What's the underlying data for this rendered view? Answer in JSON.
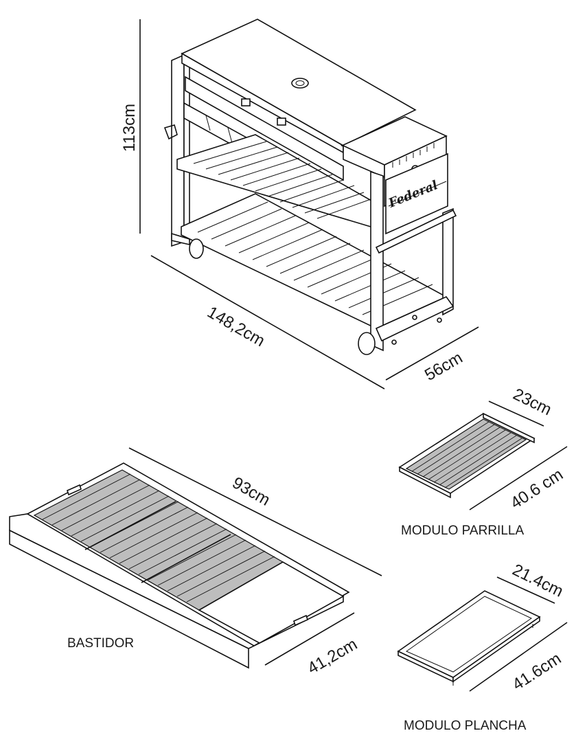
{
  "dimensions": {
    "height": "113cm",
    "length": "148,2cm",
    "depth": "56cm",
    "bastidor_length": "93cm",
    "bastidor_width": "41,2cm",
    "parrilla_width": "23cm",
    "parrilla_length": "40.6 cm",
    "plancha_width": "21.4cm",
    "plancha_length": "41.6cm"
  },
  "captions": {
    "bastidor": "BASTIDOR",
    "parrilla": "MODULO PARRILLA",
    "plancha": "MODULO PLANCHA"
  },
  "brand": "Federal"
}
